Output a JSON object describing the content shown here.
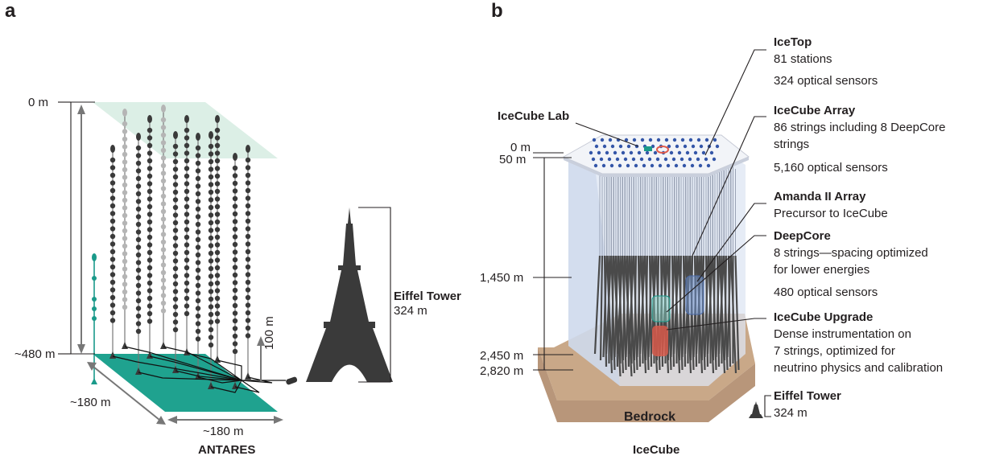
{
  "panel_a": {
    "letter": "a",
    "caption": "ANTARES",
    "depth_top": "0 m",
    "depth_bottom": "~480 m",
    "height_marker": "100 m",
    "width_left": "~180 m",
    "width_bottom": "~180 m",
    "eiffel_name": "Eiffel Tower",
    "eiffel_height": "324 m"
  },
  "panel_b": {
    "letter": "b",
    "caption": "IceCube",
    "lab_label": "IceCube Lab",
    "depths": {
      "d0": "0 m",
      "d50": "50 m",
      "d1450": "1,450 m",
      "d2450": "2,450 m",
      "d2820": "2,820 m"
    },
    "bedrock": "Bedrock",
    "icetop": {
      "title": "IceTop",
      "line1": "81 stations",
      "line2": "324 optical sensors"
    },
    "array": {
      "title": "IceCube Array",
      "line1": "86 strings including 8 DeepCore",
      "line2": "strings",
      "line3": "5,160 optical sensors"
    },
    "amanda": {
      "title": "Amanda II Array",
      "line1": "Precursor to IceCube"
    },
    "deepcore": {
      "title": "DeepCore",
      "line1": "8 strings—spacing optimized",
      "line2": "for lower energies",
      "line3": "480 optical sensors"
    },
    "upgrade": {
      "title": "IceCube Upgrade",
      "line1": "Dense instrumentation on",
      "line2": "7 strings, optimized for",
      "line3": "neutrino physics and calibration"
    },
    "eiffel_name": "Eiffel Tower",
    "eiffel_height": "324 m"
  },
  "colors": {
    "teal": "#1a9a8a",
    "seabed": "#1fa28f",
    "surface": "#dcefe6",
    "dark_string": "#3a3a3a",
    "light_string": "#b5b5b5",
    "ice": "#dde6f3",
    "bedrock": "#c9a888",
    "upgrade_red": "#e05a4a",
    "amanda_blue": "#6d8fc8"
  }
}
